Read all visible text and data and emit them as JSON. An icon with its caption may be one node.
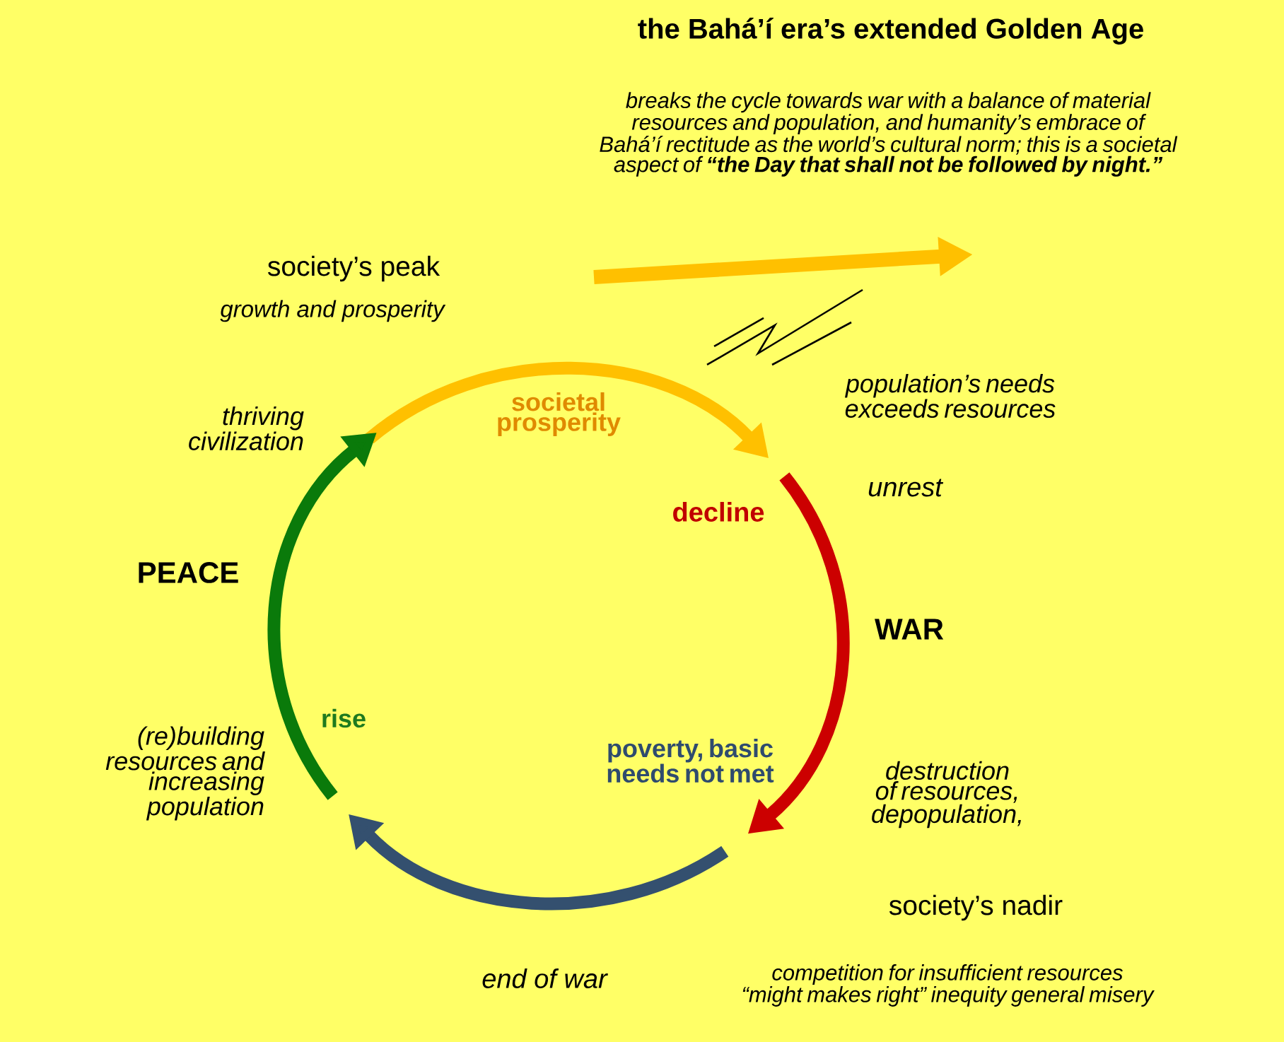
{
  "diagram": {
    "labels": [
      "the Bahá’í era’s extended Golden Age",
      "breaks the cycle towards war with a balance of material resources and population, and humanity’s embrace of Bahá’í rectitude as the world’s cultural norm; this is a societal aspect of **“the Day that shall not be followed by night.”**",
      "society’s peak",
      "growth and prosperity",
      "population’s needs exceeds resources",
      "thriving civilization",
      "societal prosperity",
      "unrest",
      "decline",
      "PEACE",
      "WAR",
      "(re)building resources and increasing population",
      "rise",
      "poverty, basic needs not met",
      "destruction of resources, depopulation,",
      "society’s nadir",
      "competition for insufficient resources “might makes right” inequity general misery",
      "end of war"
    ]
  }
}
